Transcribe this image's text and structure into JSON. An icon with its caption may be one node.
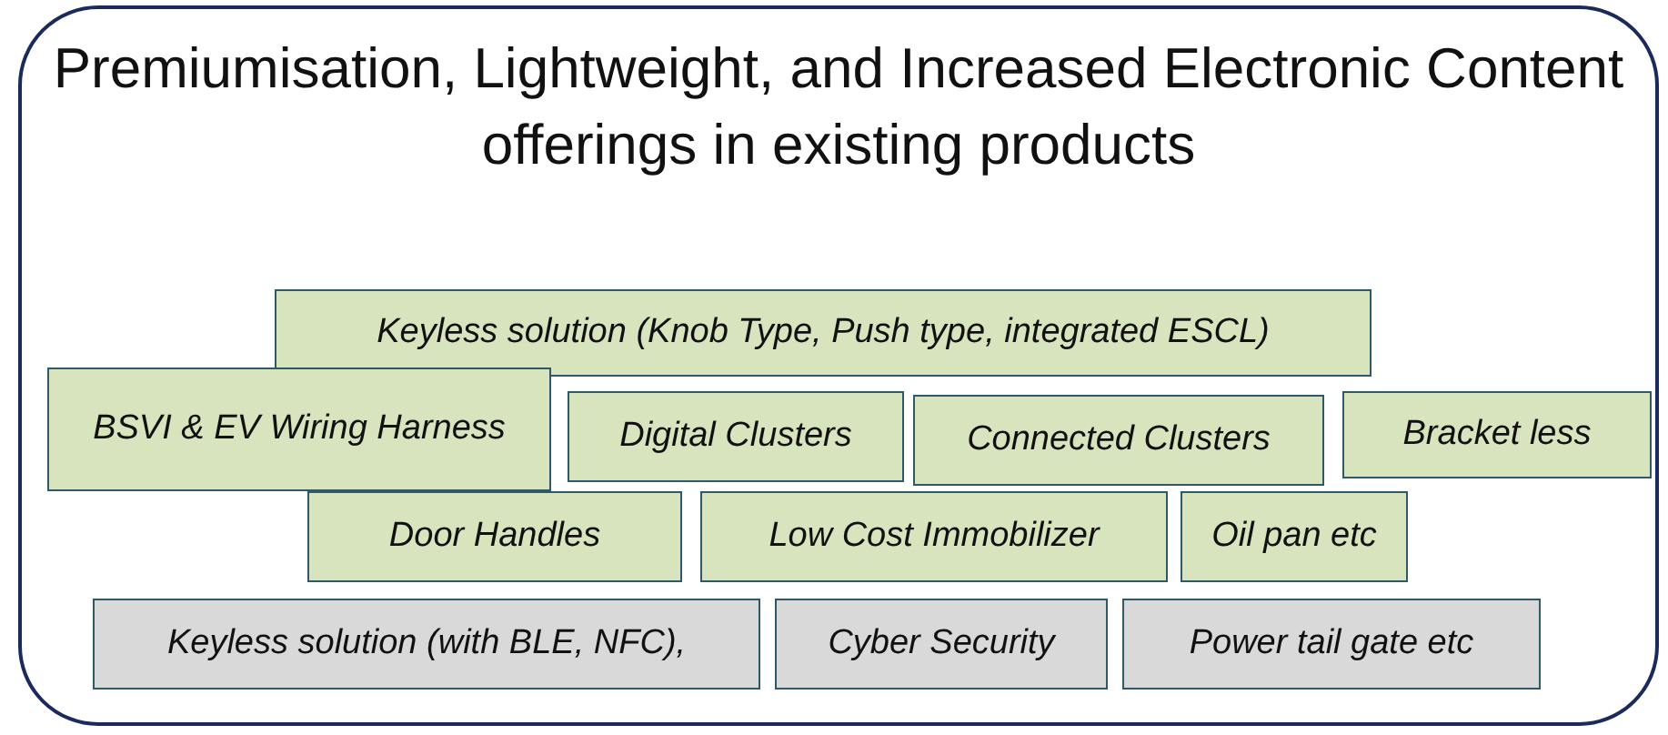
{
  "diagram": {
    "nodes": [
      {
        "text": [
          "Premiumisation, Lightweight, and Increased Electronic Content offerings in existing products"
        ]
      },
      {
        "text": [
          "Keyless solution (Knob Type, Push type, integrated ESCL)"
        ],
        "in": 0
      },
      {
        "text": [
          "BSVI & EV Wiring Harness"
        ],
        "in": 0
      },
      {
        "text": [
          "Digital Clusters"
        ],
        "in": 0
      },
      {
        "text": [
          "Connected Clusters"
        ],
        "in": 0
      },
      {
        "text": [
          "Bracket less"
        ],
        "in": 0
      },
      {
        "text": [
          "Door Handles"
        ],
        "in": 0
      },
      {
        "text": [
          "Low Cost Immobilizer"
        ],
        "in": 0
      },
      {
        "text": [
          "Oil pan etc"
        ],
        "in": 0
      },
      {
        "text": [
          "Keyless solution (with BLE, NFC),"
        ],
        "in": 0
      },
      {
        "text": [
          "Cyber Security"
        ],
        "in": 0
      },
      {
        "text": [
          "Power tail gate etc"
        ],
        "in": 0
      }
    ]
  }
}
